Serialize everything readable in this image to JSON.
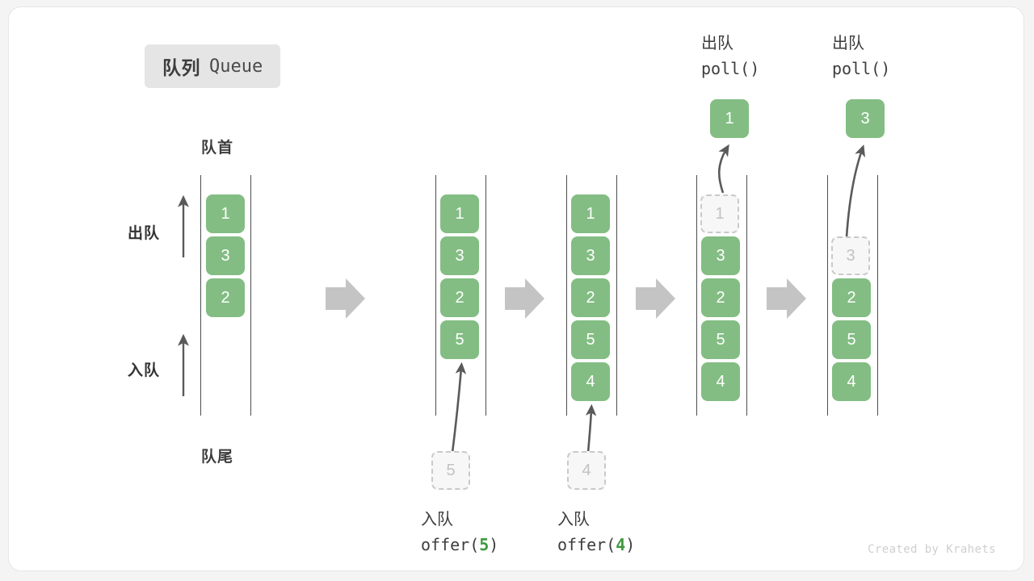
{
  "title": {
    "cn": "队列",
    "en": "Queue"
  },
  "labels": {
    "head": "队首",
    "tail": "队尾",
    "dequeue_side": "出队",
    "enqueue_side": "入队"
  },
  "colors": {
    "item": "#83bd83",
    "ghost_fill": "#f7f7f7",
    "ghost_border": "#c9c9c9",
    "arrow": "#c4c4c4",
    "rail": "#4d4d4d",
    "text": "#3d3d3d",
    "accent_green": "#3f9a3f"
  },
  "columns": [
    {
      "name": "initial-queue",
      "items": [
        "1",
        "3",
        "2"
      ],
      "ghost_head": null,
      "ghost_incoming": null,
      "result": null,
      "caption_cn": null,
      "caption_code": null,
      "caption_arg": null
    },
    {
      "name": "after-offer-5",
      "items": [
        "1",
        "3",
        "2",
        "5"
      ],
      "ghost_head": null,
      "ghost_incoming": "5",
      "result": null,
      "caption_cn": "入队",
      "caption_code": "offer(",
      "caption_arg": "5"
    },
    {
      "name": "after-offer-4",
      "items": [
        "1",
        "3",
        "2",
        "5",
        "4"
      ],
      "ghost_head": null,
      "ghost_incoming": "4",
      "result": null,
      "caption_cn": "入队",
      "caption_code": "offer(",
      "caption_arg": "4"
    },
    {
      "name": "after-poll-1",
      "items": [
        "3",
        "2",
        "5",
        "4"
      ],
      "ghost_head": "1",
      "ghost_incoming": null,
      "result": "1",
      "caption_cn": "出队",
      "caption_code": "poll()",
      "caption_arg": null
    },
    {
      "name": "after-poll-3",
      "items": [
        "2",
        "5",
        "4"
      ],
      "ghost_head": "3",
      "ghost_incoming": null,
      "result": "3",
      "caption_cn": "出队",
      "caption_code": "poll()",
      "caption_arg": null
    }
  ],
  "watermark": "Created by Krahets"
}
